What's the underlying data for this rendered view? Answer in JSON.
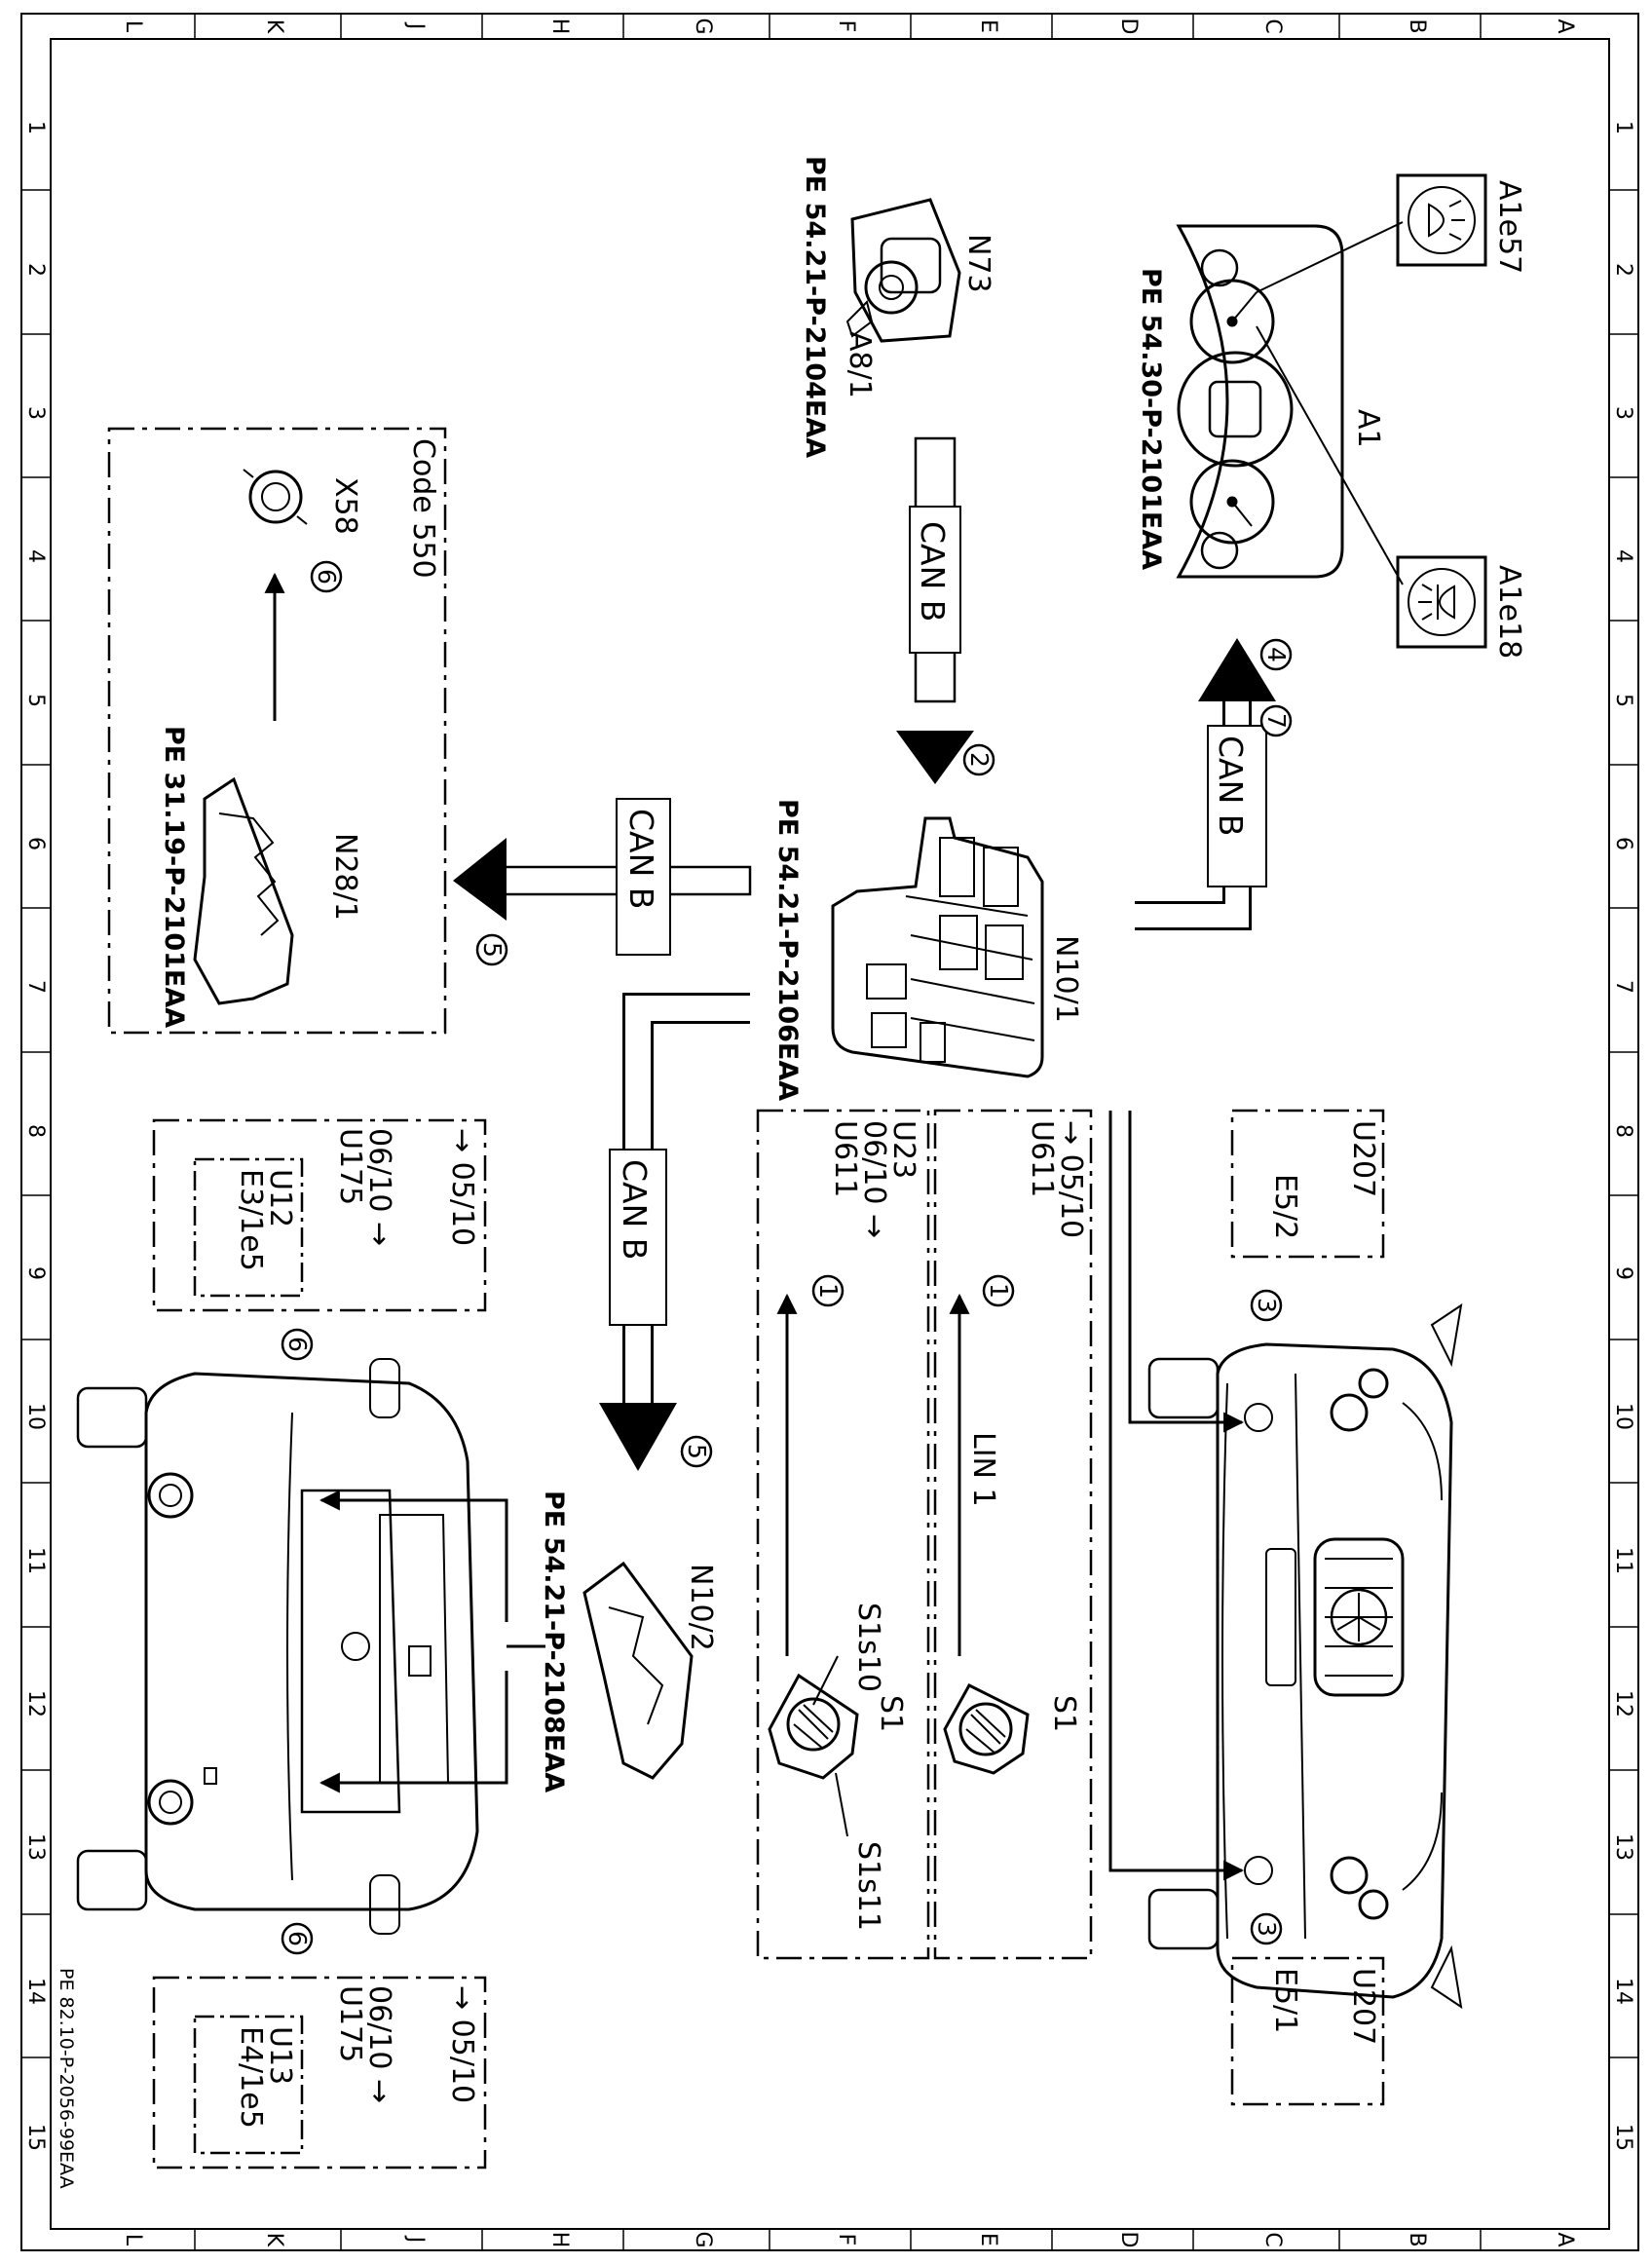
{
  "grid": {
    "letters": [
      "L",
      "K",
      "J",
      "H",
      "G",
      "F",
      "E",
      "D",
      "C",
      "B",
      "A"
    ],
    "numbers": [
      "1",
      "2",
      "3",
      "4",
      "5",
      "6",
      "7",
      "8",
      "9",
      "10",
      "11",
      "12",
      "13",
      "14",
      "15"
    ]
  },
  "components": {
    "a1": "A1",
    "a1e57": "A1e57",
    "a1e18": "A1e18",
    "n73": "N73",
    "a8_1": "A8/1",
    "n10_1": "N10/1",
    "n10_2": "N10/2",
    "n28_1": "N28/1",
    "x58": "X58",
    "s1_top": "S1",
    "s1_bottom": "S1",
    "s1s10": "S1s10",
    "s1s11": "S1s11"
  },
  "references": {
    "a1": "PE 54.30-P-2101EAA",
    "n73": "PE 54.21-P-2104EAA",
    "n10_1": "PE 54.21-P-2106EAA",
    "n28_1": "PE 31.19-P-2101EAA",
    "n10_2": "PE 54.21-P-2108EAA"
  },
  "buses": {
    "can_b": "CAN B",
    "lin_1": "LIN 1"
  },
  "boxes": {
    "code550": "Code 550",
    "u23": "U23",
    "u611_a": "U611",
    "date_a": "06/10 →",
    "u611_b": "U611",
    "date_b": "→ 05/10",
    "u207_top": "U207",
    "e5_2": "E5/2",
    "u207_bottom": "U207",
    "e5_1": "E5/1",
    "k_top_date1": "→ 05/10",
    "k_top_date2": "06/10 →",
    "k_top_u175": "U175",
    "k_top_u12": "U12",
    "k_top_e": "E3/1e5",
    "k_bot_date1": "→ 05/10",
    "k_bot_date2": "06/10 →",
    "k_bot_u175": "U175",
    "k_bot_u13": "U13",
    "k_bot_e": "E4/1e5"
  },
  "steps": [
    "1",
    "1",
    "2",
    "3",
    "3",
    "4",
    "5",
    "5",
    "6",
    "6",
    "6",
    "7"
  ],
  "footer": "PE 82.10-P-2056-99EAA"
}
